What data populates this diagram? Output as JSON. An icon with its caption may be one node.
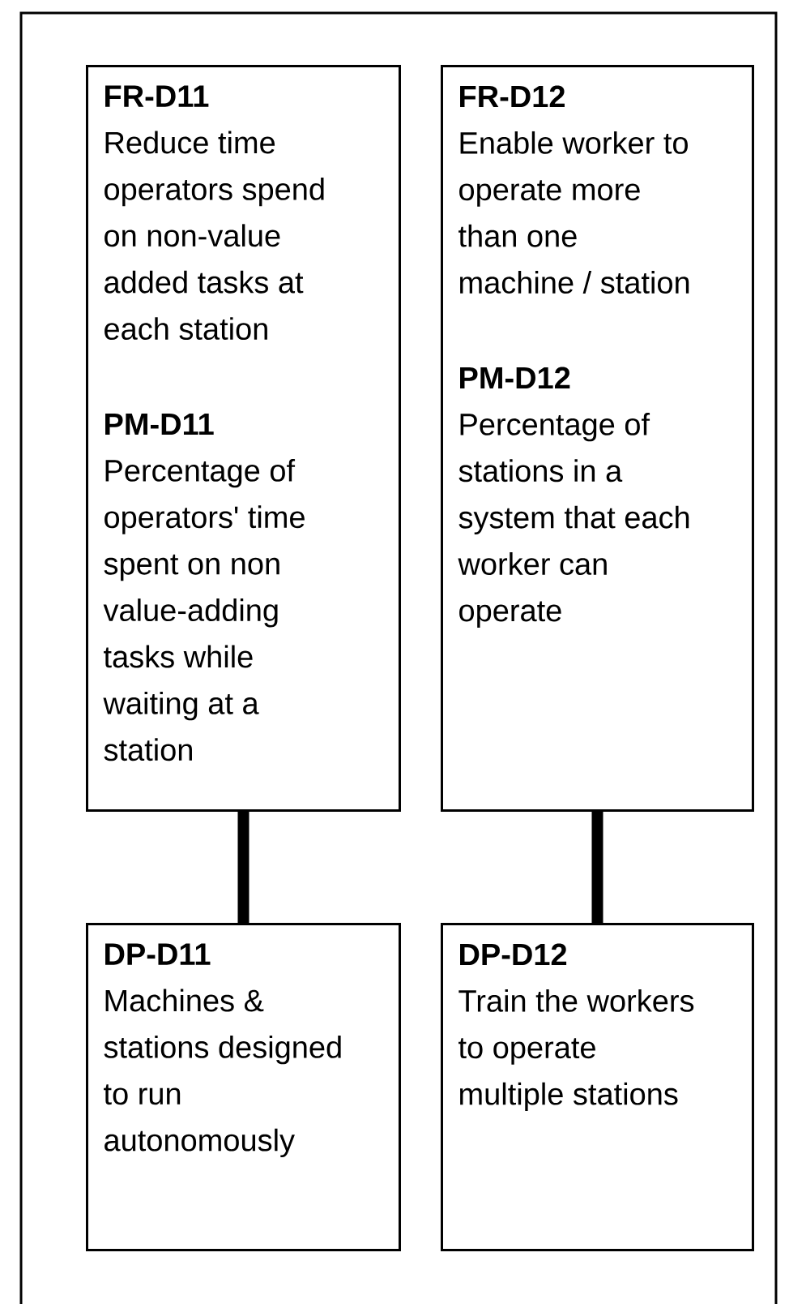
{
  "diagram": {
    "nodes": [
      {
        "text": [
          "FR-D11",
          "Reduce time operators spend on non-value added tasks at each station",
          "PM-D11",
          "Percentage of operators' time spent on non value-adding tasks while waiting at a station"
        ]
      },
      {
        "text": [
          "FR-D12",
          "Enable worker to operate more than one machine / station",
          "PM-D12",
          "Percentage of stations in a system that each worker can operate"
        ]
      },
      {
        "text": [
          "DP-D11",
          "Machines & stations designed to run autonomously"
        ]
      },
      {
        "text": [
          "DP-D12",
          "Train the workers to operate multiple stations"
        ]
      }
    ],
    "edges": [
      {
        "from": 0,
        "to": 2,
        "arrow": "none"
      },
      {
        "from": 1,
        "to": 3,
        "arrow": "none"
      }
    ]
  }
}
